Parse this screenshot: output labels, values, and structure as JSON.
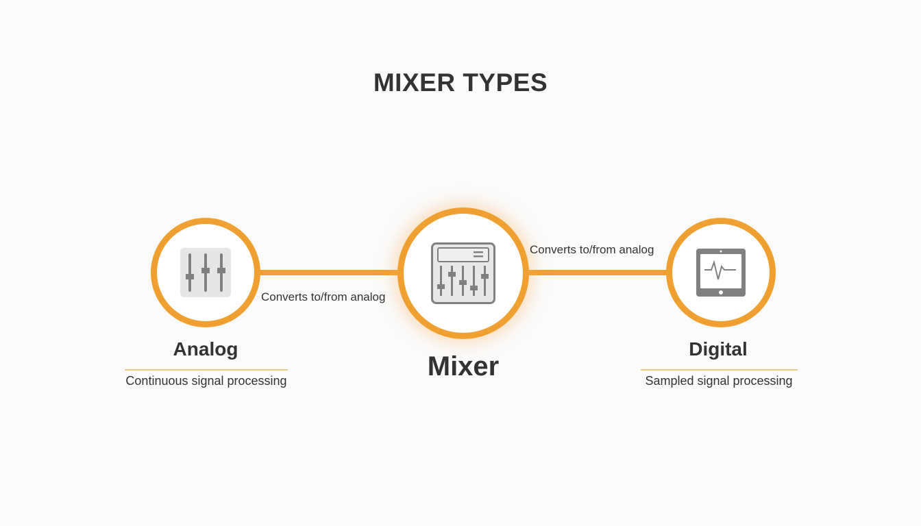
{
  "title": "MIXER TYPES",
  "colors": {
    "accent": "#f0a030",
    "divider": "#f0c887",
    "text": "#333333",
    "icon_gray": "#808080",
    "icon_bg": "#e6e6e6"
  },
  "nodes": {
    "analog": {
      "title": "Analog",
      "description": "Continuous signal processing",
      "icon": "sliders-icon"
    },
    "mixer": {
      "title": "Mixer",
      "icon": "mixing-console-icon"
    },
    "digital": {
      "title": "Digital",
      "description": "Sampled signal processing",
      "icon": "tablet-waveform-icon"
    }
  },
  "edges": [
    {
      "from": "analog",
      "to": "mixer",
      "label": "Converts to/from analog"
    },
    {
      "from": "mixer",
      "to": "digital",
      "label": "Converts to/from analog"
    }
  ]
}
